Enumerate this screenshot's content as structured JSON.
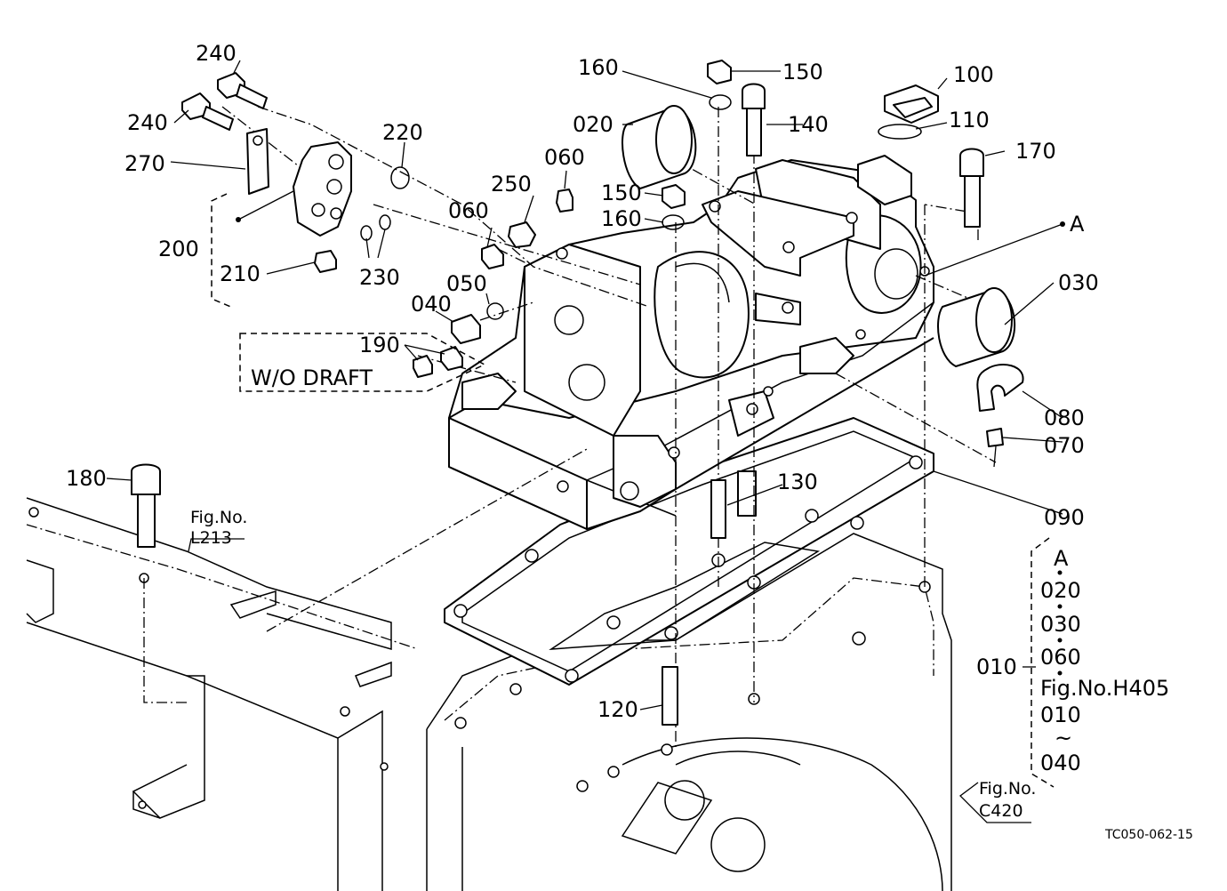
{
  "diagram": {
    "labels": {
      "p240a": "240",
      "p240b": "240",
      "p270": "270",
      "p200": "200",
      "p210": "210",
      "p220": "220",
      "p230": "230",
      "p060a": "060",
      "p060b": "060",
      "p250": "250",
      "p050": "050",
      "p040": "040",
      "p190": "190",
      "wo_draft": "W/O   DRAFT",
      "p160a": "160",
      "p160b": "160",
      "p150a": "150",
      "p150b": "150",
      "p020": "020",
      "p140": "140",
      "p100": "100",
      "p110": "110",
      "p170": "170",
      "pointA": "A",
      "p030": "030",
      "p080": "080",
      "p070": "070",
      "p180": "180",
      "p130": "130",
      "p090": "090",
      "p120": "120",
      "p010": "010"
    },
    "refs": {
      "fig_l213_line1": "Fig.No.",
      "fig_l213_line2": "L213",
      "fig_c420_line1": "Fig.No.",
      "fig_c420_line2": "C420"
    },
    "legend": {
      "items": [
        "A",
        "020",
        "030",
        "060",
        "Fig.No.H405",
        "010",
        "~",
        "040"
      ]
    },
    "drawing_code": "TC050-062-15"
  }
}
